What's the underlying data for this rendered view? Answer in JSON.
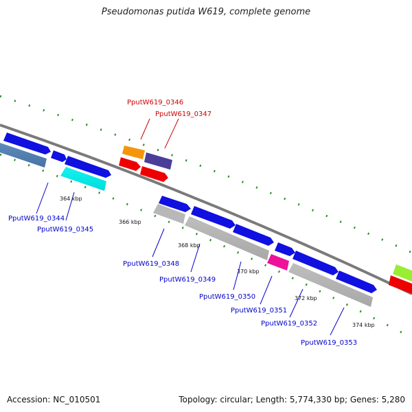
{
  "title": "Pseudomonas putida W619, complete genome",
  "footer": {
    "accession": "Accession: NC_010501",
    "stats": "Topology: circular; Length: 5,774,330 bp; Genes: 5,280"
  },
  "colors": {
    "backbone": "#7a7a7a",
    "dot": "#2d8a2d",
    "label_blue": "#0000cc",
    "label_red": "#cc0000"
  },
  "ticks": [
    {
      "label": "364 kbp"
    },
    {
      "label": "366 kbp"
    },
    {
      "label": "368 kbp"
    },
    {
      "label": "370 kbp"
    },
    {
      "label": "372 kbp"
    },
    {
      "label": "374 kbp"
    }
  ],
  "genes": [
    {
      "id": "PputW619_0344",
      "strand": "-",
      "color": "#4f7fb5"
    },
    {
      "id": "PputW619_0345",
      "strand": "-",
      "color": "#00f0f0"
    },
    {
      "id": "PputW619_0346",
      "strand": "+",
      "color": "#f5960a"
    },
    {
      "id": "PputW619_0347",
      "strand": "+",
      "color": "#4a3e99"
    },
    {
      "id": "PputW619_0348",
      "strand": "-",
      "color": "#b8b8b8"
    },
    {
      "id": "PputW619_0349",
      "strand": "-",
      "color": "#b8b8b8"
    },
    {
      "id": "PputW619_0350",
      "strand": "+",
      "color": "#1010e0"
    },
    {
      "id": "PputW619_0351",
      "strand": "-",
      "color": "#ee1199"
    },
    {
      "id": "PputW619_0352",
      "strand": "-",
      "color": "#b8b8b8"
    },
    {
      "id": "PputW619_0353",
      "strand": "+",
      "color": "#1010e0"
    }
  ]
}
